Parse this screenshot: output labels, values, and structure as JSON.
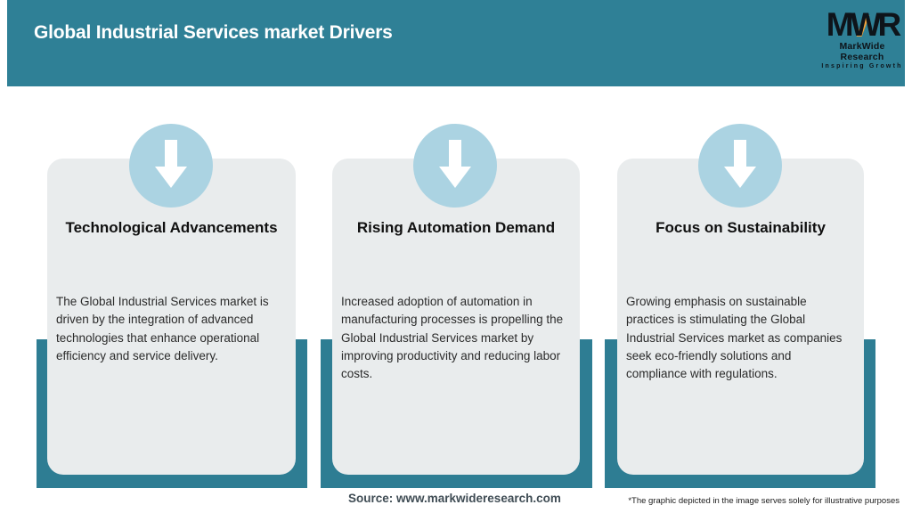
{
  "header": {
    "title": "Global Industrial Services market Drivers",
    "logo": {
      "acronym": "MWR",
      "name": "MarkWide Research",
      "tagline": "Inspiring Growth"
    }
  },
  "cards": [
    {
      "icon": "down-arrow-icon",
      "title": "Technological Advancements",
      "description": "The Global Industrial Services market is driven by the integration of advanced technologies that enhance operational efficiency and service delivery."
    },
    {
      "icon": "down-arrow-icon",
      "title": "Rising Automation Demand",
      "description": "Increased adoption of automation in manufacturing processes is propelling the Global Industrial Services market by improving productivity and reducing labor costs."
    },
    {
      "icon": "down-arrow-icon",
      "title": "Focus on Sustainability",
      "description": "Growing emphasis on sustainable practices is stimulating the Global Industrial Services market as companies seek eco-friendly solutions and compliance with regulations."
    }
  ],
  "footer": {
    "source": "Source: www.markwideresearch.com",
    "disclaimer": "*The graphic depicted in the image serves solely for illustrative purposes"
  },
  "colors": {
    "header_teal": "#2f8096",
    "ribbon_teal": "#2e7d93",
    "circle_blue": "#abd3e2",
    "card_gray": "#e9eced",
    "logo_accent_orange": "#f2a33c"
  }
}
